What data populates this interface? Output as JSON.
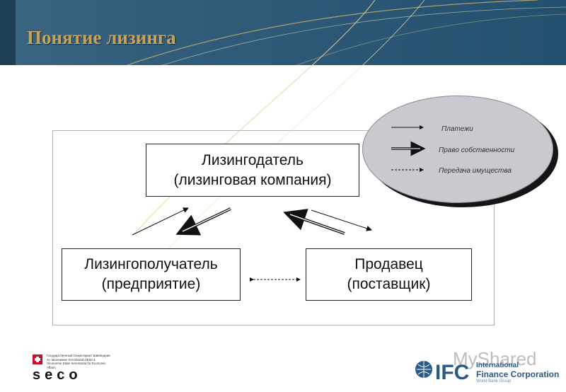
{
  "slide": {
    "title": "Понятие лизинга"
  },
  "diagram": {
    "lessor": {
      "line1": "Лизингодатель",
      "line2": "(лизинговая компания)"
    },
    "lessee": {
      "line1": "Лизингополучатель",
      "line2": "(предприятие)"
    },
    "seller": {
      "line1": "Продавец",
      "line2": "(поставщик)"
    }
  },
  "legend": {
    "payments": "Платежи",
    "ownership": "Право собственности",
    "transfer": "Передача имущества"
  },
  "logos": {
    "seco": {
      "small_text": "Государственный Секретариат Швейцарии по Экономике Secrétariat d'Etat à l'économie State Secretariat for Economic Affairs",
      "word": "seco"
    },
    "ifc": {
      "line1": "International",
      "line2": "Finance Corporation",
      "line3": "World Bank Group"
    },
    "watermark": "MyShared"
  },
  "colors": {
    "header_bg": "#2f5a78",
    "title": "#c8a15a",
    "legend_bg": "#c9c9cf",
    "ifc_blue": "#2a5a8a"
  }
}
